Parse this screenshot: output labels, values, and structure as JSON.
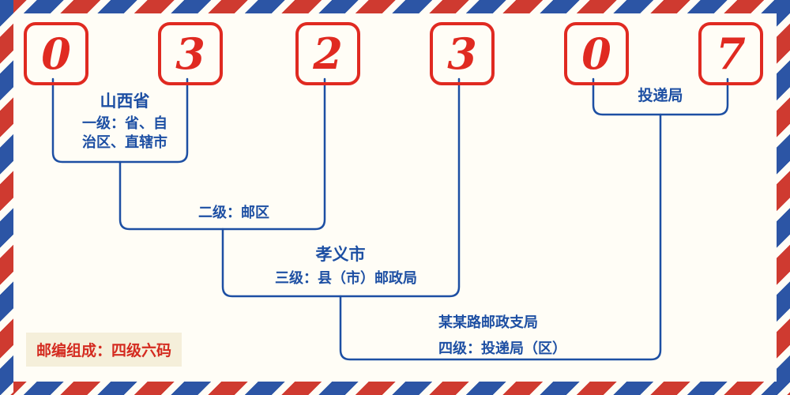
{
  "digits": [
    "0",
    "3",
    "2",
    "3",
    "0",
    "7"
  ],
  "labels": {
    "level1": {
      "name": "山西省",
      "desc_line1": "一级：省、自",
      "desc_line2": "治区、直辖市"
    },
    "level2": {
      "desc": "二级：邮区"
    },
    "level3": {
      "name": "孝义市",
      "desc": "三级：县（市）邮政局"
    },
    "level4": {
      "name": "某某路邮政支局",
      "desc": "四级：投递局（区）"
    },
    "delivery": {
      "name": "投递局"
    }
  },
  "footer": {
    "text": "邮编组成：四级六码"
  },
  "colors": {
    "digit_red": "#e02a21",
    "line_blue": "#1d4fa3",
    "text_blue": "#1d4fa3",
    "footer_red": "#d42b20",
    "footer_bg": "#f5efda",
    "stripe_red": "#cf3a30",
    "stripe_blue": "#2c55a5",
    "paper": "#fffdf6"
  }
}
